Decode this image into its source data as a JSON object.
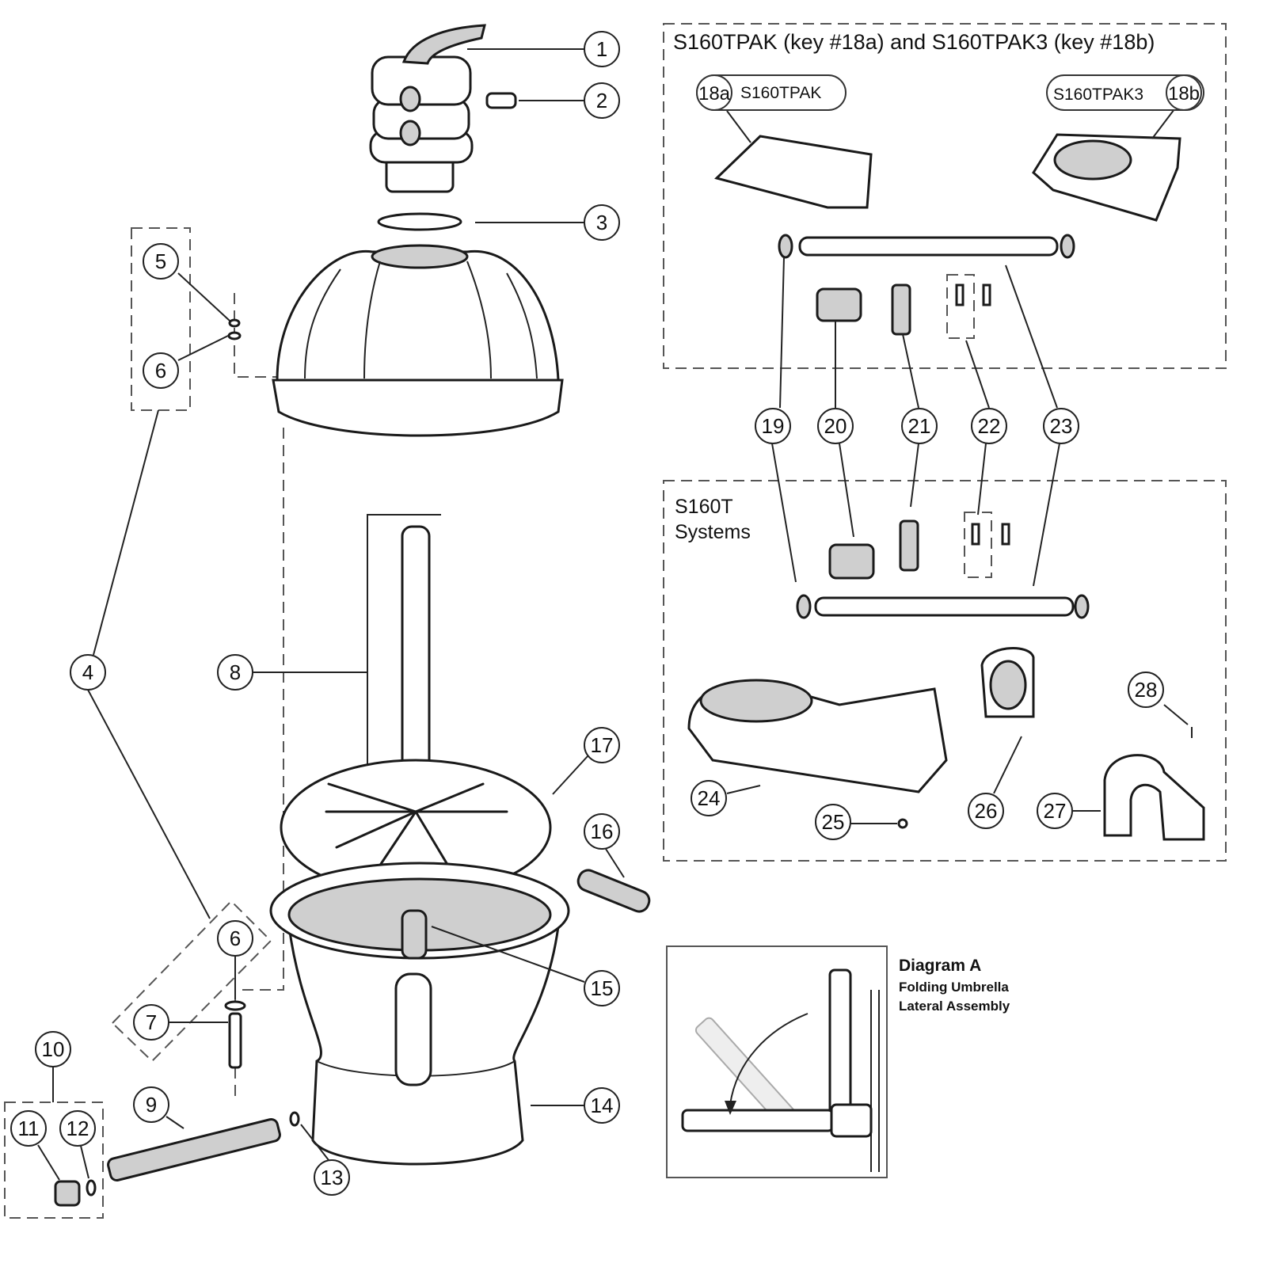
{
  "kit_box": {
    "title": "S160TPAK (key #18a) and S160TPAK3 (key #18b)",
    "kit_a": {
      "key": "18a",
      "label": "S160TPAK"
    },
    "kit_b": {
      "key": "18b",
      "label": "S160TPAK3"
    }
  },
  "systems_box": {
    "title_line1": "S160T",
    "title_line2": "Systems"
  },
  "diagram_a": {
    "title": "Diagram A",
    "subtitle_line1": "Folding Umbrella",
    "subtitle_line2": "Lateral Assembly"
  },
  "callouts": [
    "1",
    "2",
    "3",
    "5",
    "6",
    "4",
    "8",
    "17",
    "16",
    "15",
    "6",
    "7",
    "14",
    "10",
    "9",
    "11",
    "12",
    "13",
    "19",
    "20",
    "21",
    "22",
    "23",
    "28",
    "24",
    "25",
    "26",
    "27"
  ]
}
